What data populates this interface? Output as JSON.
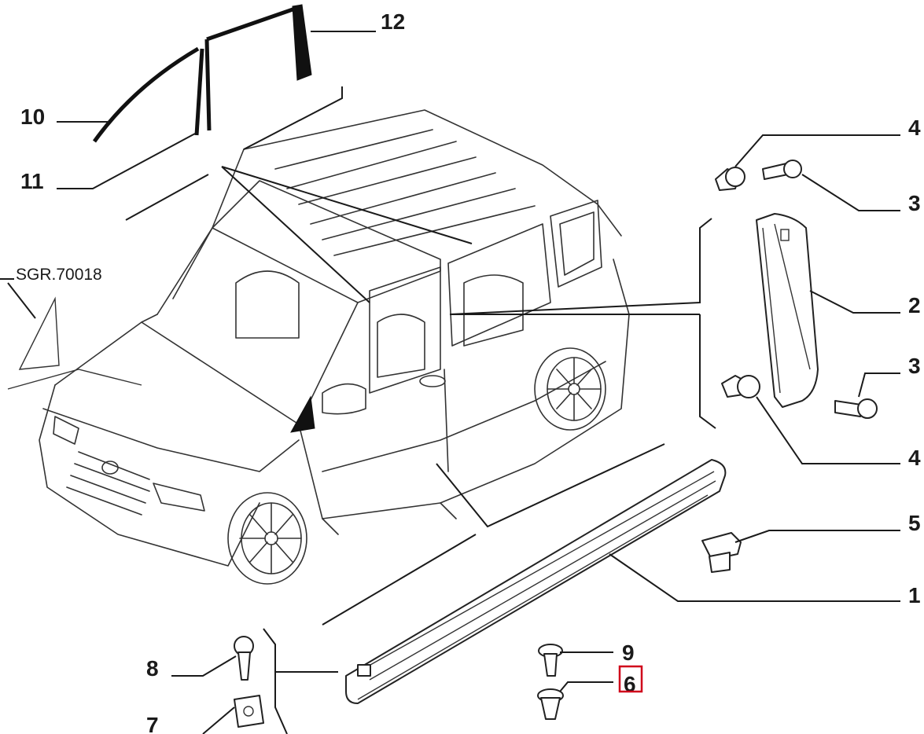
{
  "diagram": {
    "reference_code": "SGR.70018",
    "callouts": [
      {
        "id": "c1",
        "label": "1"
      },
      {
        "id": "c2",
        "label": "2"
      },
      {
        "id": "c3a",
        "label": "3"
      },
      {
        "id": "c3b",
        "label": "3"
      },
      {
        "id": "c4a",
        "label": "4"
      },
      {
        "id": "c4b",
        "label": "4"
      },
      {
        "id": "c5",
        "label": "5"
      },
      {
        "id": "c6",
        "label": "6",
        "highlighted": true
      },
      {
        "id": "c7",
        "label": "7"
      },
      {
        "id": "c8",
        "label": "8"
      },
      {
        "id": "c9",
        "label": "9"
      },
      {
        "id": "c10",
        "label": "10"
      },
      {
        "id": "c11",
        "label": "11"
      },
      {
        "id": "c12",
        "label": "12"
      }
    ],
    "highlight_color": "#d0021b",
    "line_color": "#1a1a1a"
  }
}
